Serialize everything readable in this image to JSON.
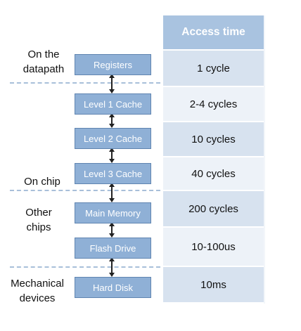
{
  "table": {
    "header": "Access time",
    "rows": [
      "1 cycle",
      "2-4 cycles",
      "10 cycles",
      "40 cycles",
      "200 cycles",
      "10-100us",
      "10ms"
    ]
  },
  "hierarchy": [
    "Registers",
    "Level 1 Cache",
    "Level 2 Cache",
    "Level 3 Cache",
    "Main Memory",
    "Flash Drive",
    "Hard Disk"
  ],
  "side_labels": {
    "datapath_line1": "On the",
    "datapath_line2": "datapath",
    "on_chip": "On chip",
    "other_line1": "Other",
    "other_line2": "chips",
    "mech_line1": "Mechanical",
    "mech_line2": "devices"
  },
  "colors": {
    "header": "#a9c3e0",
    "row_dark": "#d7e2ef",
    "row_light": "#edf2f8",
    "box_fill": "#8fb0d6",
    "dashed_line": "#a8bfd9"
  }
}
